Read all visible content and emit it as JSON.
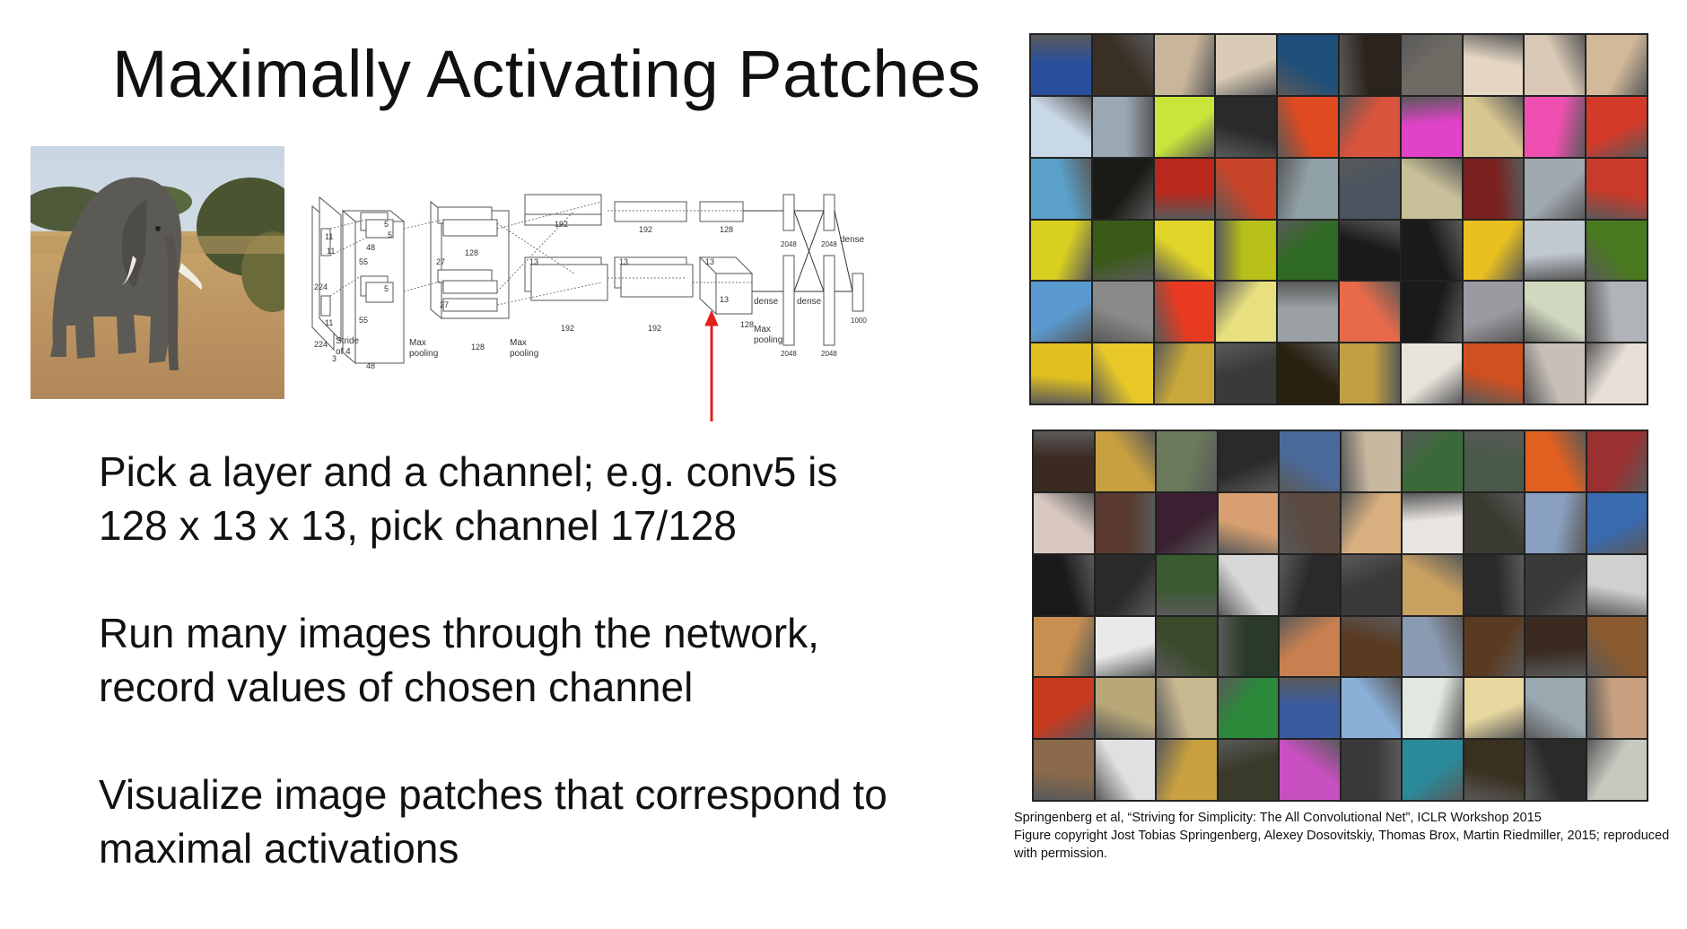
{
  "slide": {
    "title": "Maximally Activating Patches",
    "bullets": [
      [
        "Pick a layer and a channel; e.g. conv5 is",
        "128 x 13 x 13, pick channel 17/128"
      ],
      [
        "Run many images through the network,",
        "record values of chosen channel"
      ],
      [
        "Visualize image patches that correspond to",
        "maximal activations"
      ]
    ],
    "caption": [
      "Springenberg et al, “Striving for Simplicity: The All Convolutional Net”, ICLR Workshop 2015",
      "Figure copyright Jost Tobias Springenberg, Alexey Dosovitskiy, Thomas Brox, Martin Riedmiller, 2015; reproduced",
      "with permission."
    ]
  },
  "diagram": {
    "labels": {
      "stride": "Stride",
      "of4": "of 4",
      "max_pooling": "Max",
      "pooling": "pooling",
      "dense": "dense",
      "n224": "224",
      "n11": "11",
      "n3": "3",
      "n55": "55",
      "n48": "48",
      "n27": "27",
      "n128": "128",
      "n13": "13",
      "n192": "192",
      "n2048": "2048",
      "n1000": "1000",
      "n5": "5"
    },
    "arrow_color": "#e0201c"
  },
  "grids": {
    "top": {
      "rows": [
        [
          "#2a4f9a",
          "#3a2f24",
          "#c8b59a",
          "#d9cbb5",
          "#1e4f7a",
          "#2b241c",
          "#6e6a64",
          "#e4d6c2",
          "#d8c8b5",
          "#d2b99a"
        ],
        [
          "#c9d8e6",
          "#9aa8b3",
          "#c9e43a",
          "#2a2a2a",
          "#e04a20",
          "#d8543c",
          "#e042c8",
          "#d8c690",
          "#ef4fb0",
          "#d43a2a"
        ],
        [
          "#5aa0c8",
          "#1a1a16",
          "#b8281c",
          "#c8452a",
          "#8fa0a6",
          "#4a5560",
          "#c8c098",
          "#7a2020",
          "#a0a8b0",
          "#c83a2a"
        ],
        [
          "#d8d020",
          "#3a5a18",
          "#e0d428",
          "#b8c01a",
          "#2e6a22",
          "#1a1a1a",
          "#1a1a1a",
          "#e8c020",
          "#c0c8d0",
          "#4a7a20"
        ],
        [
          "#5a9ad0",
          "#8a8a88",
          "#e83a20",
          "#e8e080",
          "#9aa0a4",
          "#e86a4a",
          "#1a1a1a",
          "#9a9aa0",
          "#d0d8c0",
          "#b0b4b8"
        ],
        [
          "#e0c020",
          "#e8c828",
          "#c8a838",
          "#3a3a3a",
          "#2a2010",
          "#c0a040",
          "#e8e4dc",
          "#d05020",
          "#c8c0b8",
          "#e8e0d8"
        ]
      ]
    },
    "bottom": {
      "rows": [
        [
          "#3a2a20",
          "#c8a040",
          "#6a7a5a",
          "#2a2a2a",
          "#4a6a9a",
          "#c8b8a0",
          "#3a6a3a",
          "#4a5a4a",
          "#e06020",
          "#9a3030"
        ],
        [
          "#d8c8c0",
          "#5a3a30",
          "#3a2030",
          "#d8a070",
          "#5a4a40",
          "#d8b080",
          "#e8e4e0",
          "#3a3a30",
          "#8aa0c0",
          "#3a6ab0"
        ],
        [
          "#1a1a1a",
          "#2a2a2a",
          "#3a5a30",
          "#d8d8d8",
          "#2a2a2a",
          "#3a3a3a",
          "#c8a060",
          "#2a2a2a",
          "#3a3a3a",
          "#d0d0d0"
        ],
        [
          "#c89050",
          "#e8e8e8",
          "#3a4a2a",
          "#2a3a2a",
          "#c88050",
          "#5a3a20",
          "#8a9ab0",
          "#5a3a20",
          "#3a2a20",
          "#8a5a30"
        ],
        [
          "#c83a20",
          "#b8a878",
          "#c8b890",
          "#2a8a3a",
          "#3a5aa0",
          "#8ab0d8",
          "#e0e8e0",
          "#e8d8a0",
          "#9aa8b0",
          "#c8a080"
        ],
        [
          "#8a6a4a",
          "#e0e0e0",
          "#c8a040",
          "#3a3a2a",
          "#c850c0",
          "#3a3a3a",
          "#2a8a9a",
          "#3a3020",
          "#2a2a2a",
          "#c8c8c0"
        ]
      ]
    }
  }
}
